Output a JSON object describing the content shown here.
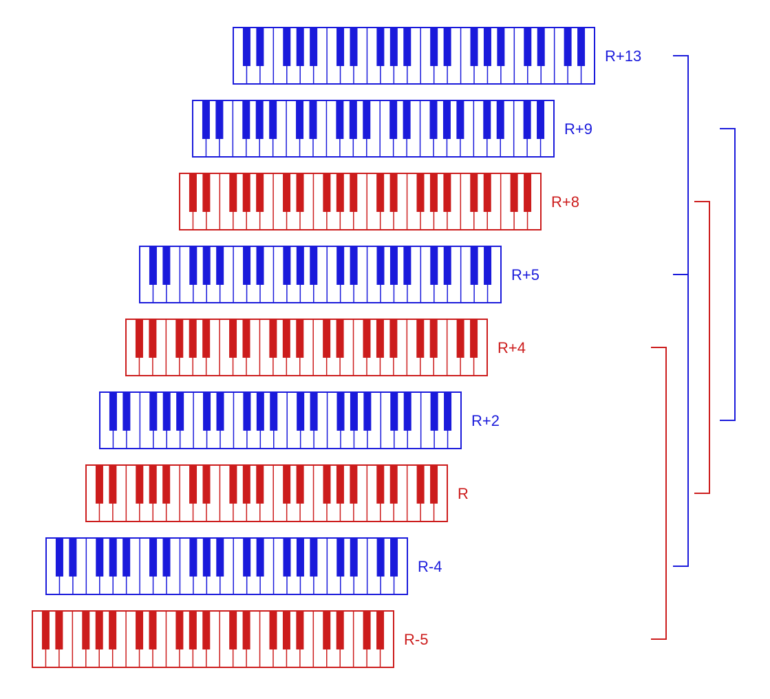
{
  "colors": {
    "blue": "#1a1adb",
    "red": "#cc1c1c",
    "background": "#ffffff"
  },
  "keyboards": [
    {
      "label": "R+13",
      "color": "blue"
    },
    {
      "label": "R+9",
      "color": "blue"
    },
    {
      "label": "R+8",
      "color": "red"
    },
    {
      "label": "R+5",
      "color": "blue"
    },
    {
      "label": "R+4",
      "color": "red"
    },
    {
      "label": "R+2",
      "color": "blue"
    },
    {
      "label": "R",
      "color": "red"
    },
    {
      "label": "R-4",
      "color": "blue"
    },
    {
      "label": "R-5",
      "color": "red"
    }
  ],
  "brackets": [
    {
      "from": "R+13",
      "to": "R-4",
      "color": "blue",
      "tick_at": "R+5"
    },
    {
      "from": "R+9",
      "to": "R+2",
      "color": "blue"
    },
    {
      "from": "R+8",
      "to": "R",
      "color": "red"
    },
    {
      "from": "R+4",
      "to": "R-5",
      "color": "red"
    }
  ]
}
